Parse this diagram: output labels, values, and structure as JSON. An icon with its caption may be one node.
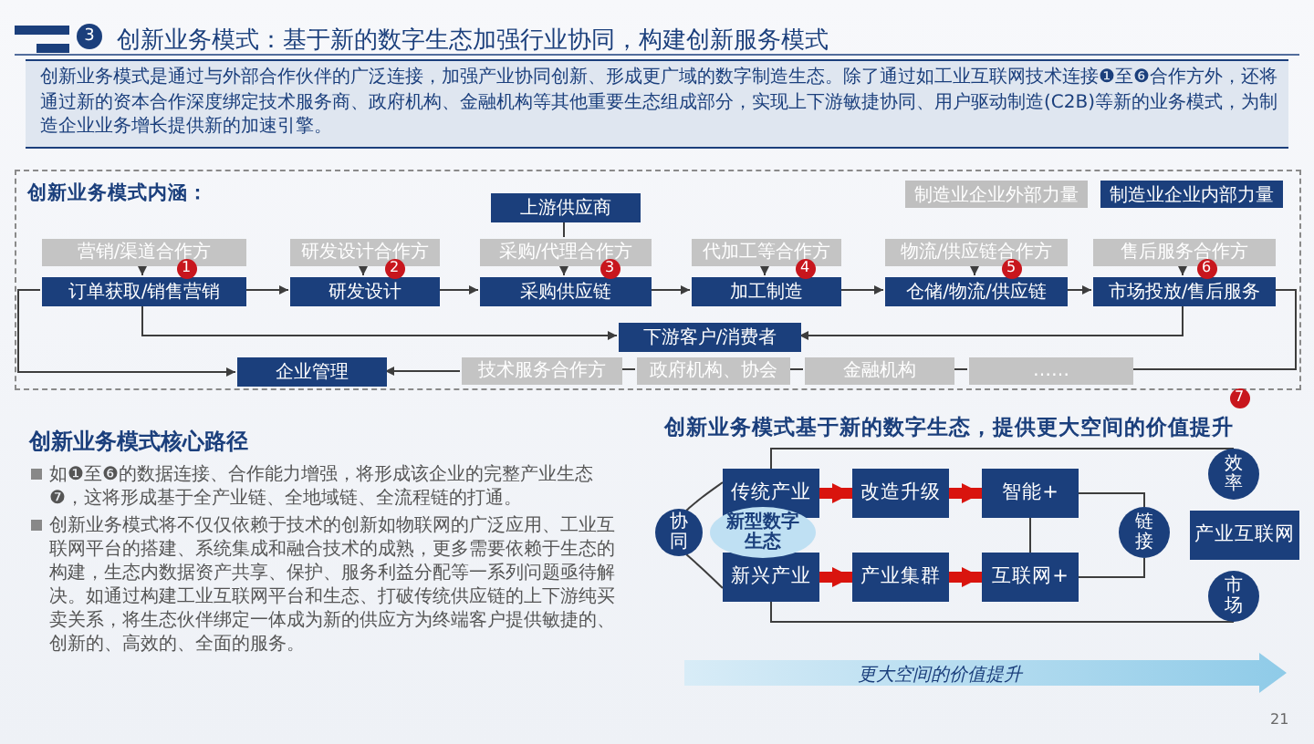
{
  "diagram": {
    "title": "创新业务模式：基于新的数字生态加强行业协同，构建创新服务模式",
    "nodes": [
      {
        "text": [
          "创新业务模式内涵："
        ]
      },
      {
        "text": [
          "上游供应商"
        ],
        "in": 0
      },
      {
        "text": [
          "营销/渠道合作方"
        ],
        "in": 0
      },
      {
        "text": [
          "研发设计合作方"
        ],
        "in": 0
      },
      {
        "text": [
          "采购/代理合作方"
        ],
        "in": 0
      },
      {
        "text": [
          "代加工等合作方"
        ],
        "in": 0
      },
      {
        "text": [
          "物流/供应链合作方"
        ],
        "in": 0
      },
      {
        "text": [
          "售后服务合作方"
        ],
        "in": 0
      },
      {
        "text": [
          "订单获取/销售营销"
        ],
        "in": 0
      },
      {
        "text": [
          "研发设计"
        ],
        "in": 0
      },
      {
        "text": [
          "采购供应链"
        ],
        "in": 0
      },
      {
        "text": [
          "加工制造"
        ],
        "in": 0
      },
      {
        "text": [
          "仓储/物流/供应链"
        ],
        "in": 0
      },
      {
        "text": [
          "市场投放/售后服务"
        ],
        "in": 0
      },
      {
        "text": [
          "下游客户/消费者"
        ],
        "in": 0
      },
      {
        "text": [
          "企业管理"
        ],
        "in": 0
      },
      {
        "text": [
          "技术服务合作方"
        ],
        "in": 0
      },
      {
        "text": [
          "政府机构、协会"
        ],
        "in": 0
      },
      {
        "text": [
          "金融机构"
        ],
        "in": 0
      },
      {
        "text": [
          "……"
        ],
        "in": 0
      },
      {
        "text": [
          "协同"
        ]
      },
      {
        "text": [
          "传统产业"
        ]
      },
      {
        "text": [
          "新兴产业"
        ]
      },
      {
        "text": [
          "新型数字生态"
        ]
      },
      {
        "text": [
          "改造升级"
        ]
      },
      {
        "text": [
          "产业集群"
        ]
      },
      {
        "text": [
          "智能+"
        ]
      },
      {
        "text": [
          "互联网+"
        ]
      },
      {
        "text": [
          "链接"
        ]
      },
      {
        "text": [
          "效率"
        ]
      },
      {
        "text": [
          "产业互联网"
        ]
      },
      {
        "text": [
          "市场"
        ]
      }
    ],
    "edges": [
      {
        "from": 2,
        "to": 8,
        "arrow": "to"
      },
      {
        "from": 3,
        "to": 9,
        "arrow": "to"
      },
      {
        "from": 4,
        "to": 10,
        "arrow": "to"
      },
      {
        "from": 5,
        "to": 11,
        "arrow": "to"
      },
      {
        "from": 6,
        "to": 12,
        "arrow": "to"
      },
      {
        "from": 7,
        "to": 13,
        "arrow": "to"
      },
      {
        "from": 1,
        "to": 4,
        "arrow": "none"
      },
      {
        "from": 8,
        "to": 9,
        "arrow": "to"
      },
      {
        "from": 9,
        "to": 10,
        "arrow": "to"
      },
      {
        "from": 10,
        "to": 11,
        "arrow": "to"
      },
      {
        "from": 11,
        "to": 12,
        "arrow": "to"
      },
      {
        "from": 12,
        "to": 13,
        "arrow": "to"
      },
      {
        "from": 8,
        "to": 14,
        "arrow": "to"
      },
      {
        "from": 13,
        "to": 14,
        "arrow": "to"
      },
      {
        "from": 8,
        "to": 15,
        "arrow": "to"
      },
      {
        "from": 13,
        "to": 19,
        "arrow": "none"
      },
      {
        "from": 19,
        "to": 18,
        "arrow": "none"
      },
      {
        "from": 18,
        "to": 17,
        "arrow": "none"
      },
      {
        "from": 17,
        "to": 16,
        "arrow": "none"
      },
      {
        "from": 16,
        "to": 15,
        "arrow": "to"
      },
      {
        "from": 20,
        "to": 21,
        "arrow": "none"
      },
      {
        "from": 20,
        "to": 22,
        "arrow": "none"
      },
      {
        "from": 21,
        "to": 24,
        "arrow": "to",
        "style": "thick",
        "color": "#d9140e"
      },
      {
        "from": 24,
        "to": 26,
        "arrow": "to",
        "style": "thick",
        "color": "#d9140e"
      },
      {
        "from": 22,
        "to": 25,
        "arrow": "to",
        "style": "thick",
        "color": "#d9140e"
      },
      {
        "from": 25,
        "to": 27,
        "arrow": "to",
        "style": "thick",
        "color": "#d9140e"
      },
      {
        "from": 26,
        "to": 27,
        "arrow": "none"
      },
      {
        "from": 26,
        "to": 28,
        "arrow": "none"
      },
      {
        "from": 27,
        "to": 28,
        "arrow": "none"
      },
      {
        "from": 21,
        "to": 29,
        "arrow": "none"
      },
      {
        "from": 22,
        "to": 31,
        "arrow": "none"
      }
    ],
    "labels": [
      "3",
      "创新业务模式是通过与外部合作伙伴的广泛连接，加强产业协同创新、形成更广域的数字制造生态。除了通过如工业互联网技术连接❶至❻合作方外，还将通过新的资本合作深度绑定技术服务商、政府机构、金融机构等其他重要生态组成部分，实现上下游敏捷协同、用户驱动制造(C2B)等新的业务模式，为制造企业业务增长提供新的加速引擎。",
      "1",
      "2",
      "3",
      "4",
      "5",
      "6",
      "7",
      "创新业务模式核心路径",
      "如❶至❻的数据连接、合作能力增强，将形成该企业的完整产业生态❼，这将形成基于全产业链、全地域链、全流程链的打通。",
      "创新业务模式将不仅仅依赖于技术的创新如物联网的广泛应用、工业互联网平台的搭建、系统集成和融合技术的成熟，更多需要依赖于生态的构建，生态内数据资产共享、保护、服务利益分配等一系列问题亟待解决。如通过构建工业互联网平台和生态、打破传统供应链的上下游纯买卖关系，将生态伙伴绑定一体成为新的供应方为终端客户提供敏捷的、创新的、高效的、全面的服务。",
      "创新业务模式基于新的数字生态，提供更大空间的价值提升",
      "更大空间的价值提升",
      "21"
    ],
    "legend": [
      {
        "text": "制造业企业外部力量",
        "color": "#bfbfbf"
      },
      {
        "text": "制造业企业内部力量",
        "color": "#1b3f7c"
      }
    ]
  }
}
